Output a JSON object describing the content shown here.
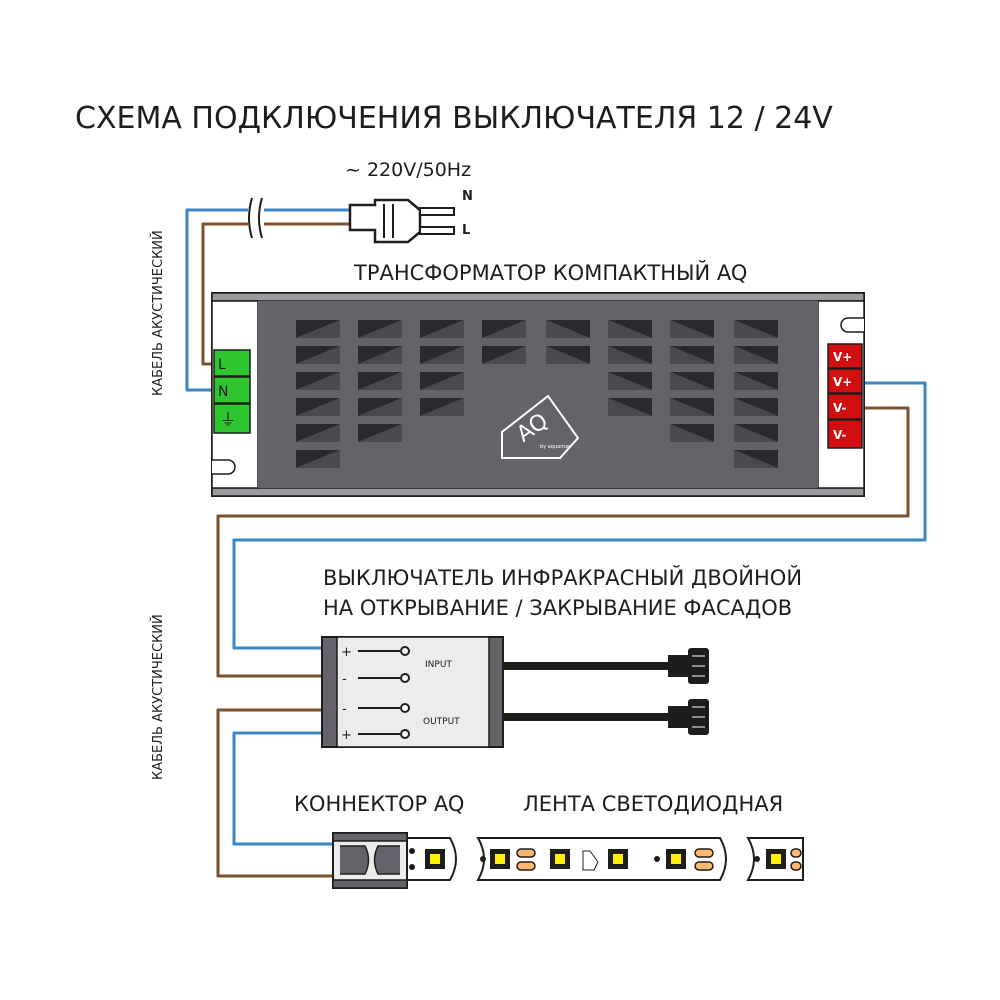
{
  "title": "СХЕМА ПОДКЛЮЧЕНИЯ ВЫКЛЮЧАТЕЛЯ 12 / 24V",
  "mains": {
    "label": "~ 220V/50Hz",
    "pin_n": "N",
    "pin_l": "L"
  },
  "transformer": {
    "label": "ТРАНСФОРМАТОР КОМПАКТНЫЙ AQ",
    "input_terminals": [
      "L",
      "N",
      "⏚"
    ],
    "output_terminals": [
      "V+",
      "V+",
      "V-",
      "V-"
    ],
    "logo_text": "by aquamar"
  },
  "cable_label": "КАБЕЛЬ АКУСТИЧЕСКИЙ",
  "switch": {
    "label_line1": "ВЫКЛЮЧАТЕЛЬ ИНФРАКРАСНЫЙ ДВОЙНОЙ",
    "label_line2": "НА ОТКРЫВАНИЕ / ЗАКРЫВАНИЕ ФАСАДОВ",
    "input_label": "INPUT",
    "output_label": "OUTPUT",
    "input_plus": "+",
    "input_minus": "-",
    "output_minus": "-",
    "output_plus": "+"
  },
  "connector_label": "КОННЕКТОР AQ",
  "strip_label": "ЛЕНТА СВЕТОДИОДНАЯ",
  "colors": {
    "wire_blue": "#3a86c6",
    "wire_brown": "#7a5230",
    "terminal_green": "#2fc530",
    "terminal_red": "#d10f10",
    "body_gray": "#656369",
    "led_yellow": "#fff000"
  }
}
